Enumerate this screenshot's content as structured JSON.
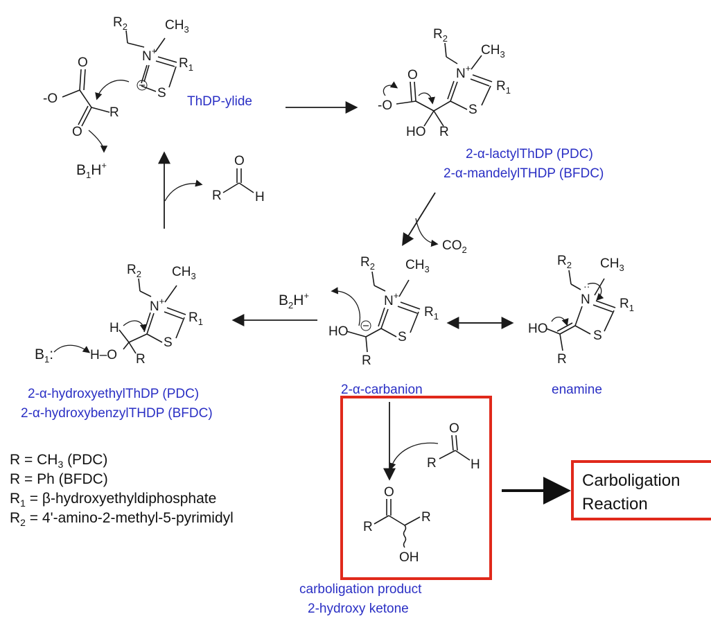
{
  "labels": {
    "ylide": "ThDP-ylide",
    "lactyl": "2-α-lactylThDP (PDC)",
    "mandelyl": "2-α-mandelylTHDP (BFDC)",
    "co2": "CO",
    "co2_sub": "2",
    "carbanion": "2-α-carbanion",
    "enamine": "enamine",
    "hydroxyethyl": "2-α-hydroxyethylThDP (PDC)",
    "hydroxybenzyl": "2-α-hydroxybenzylTHDP (BFDC)",
    "product1": "carboligation product",
    "product2": "2-hydroxy ketone",
    "b1h": "B",
    "b2h": "B",
    "b1": "B"
  },
  "legend": [
    {
      "main": "R  = CH",
      "sub": "3",
      "rest": " (PDC)"
    },
    {
      "main": "R  = Ph (BFDC)",
      "sub": "",
      "rest": ""
    },
    {
      "main": "R",
      "sub": "1",
      "rest": " = β-hydroxyethyldiphosphate"
    },
    {
      "main": "R",
      "sub": "2",
      "rest": " = 4'-amino-2-methyl-5-pyrimidyl"
    }
  ],
  "callout": {
    "line1": "Carboligation",
    "line2": "Reaction"
  },
  "colors": {
    "label_blue": "#2a2fc4",
    "highlight_red": "#e0291b",
    "structure": "#1a1a1a"
  }
}
